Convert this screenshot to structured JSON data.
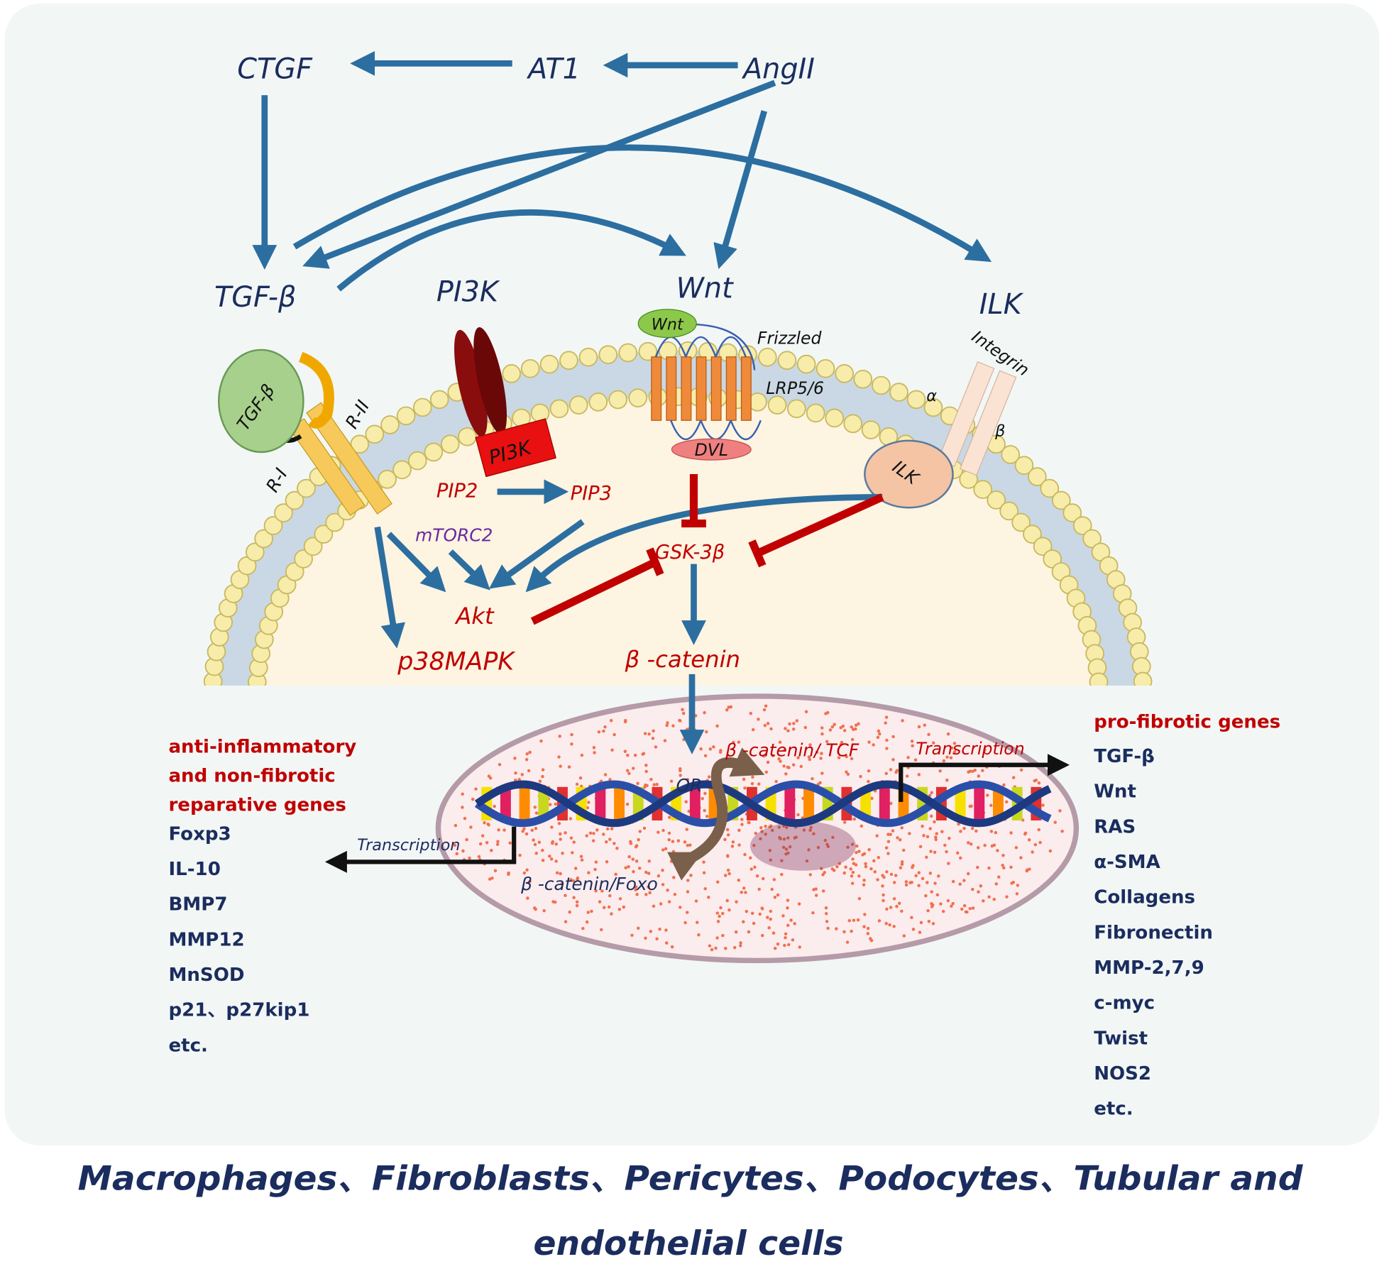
{
  "nodes": {
    "ctgf": "CTGF",
    "at1": "AT1",
    "angii": "AngII",
    "tgfb": "TGF-β",
    "pi3k": "PI3K",
    "wnt": "Wnt",
    "ilk": "ILK"
  },
  "membrane": {
    "tgfb_ligand": "TGF-β",
    "r1": "R-I",
    "r2": "R-II",
    "pi3k_box": "PI3K",
    "wnt_ligand": "Wnt",
    "frizzled": "Frizzled",
    "lrp": "LRP5/6",
    "dvl": "DVL",
    "integrin": "Integrin",
    "alpha": "α",
    "beta": "β",
    "ilk_box": "ILK"
  },
  "cytoplasm": {
    "pip2": "PIP2",
    "pip3": "PIP3",
    "mtorc2": "mTORC2",
    "akt": "Akt",
    "gsk3b": "GSK-3β",
    "p38": "p38MAPK",
    "bcatenin": "β -catenin"
  },
  "nucleus": {
    "tcf": "β -catenin/ TCF",
    "foxo": "β -catenin/Foxo",
    "or": "OR",
    "transcription_right": "Transcription",
    "transcription_left": "Transcription"
  },
  "left_genes": {
    "heading": [
      "anti-inflammatory",
      "and non-fibrotic",
      "reparative genes"
    ],
    "items": [
      "Foxp3",
      "IL-10",
      "BMP7",
      "MMP12",
      "MnSOD",
      "p21、p27kip1",
      "etc."
    ]
  },
  "right_genes": {
    "heading": "pro-fibrotic genes",
    "items": [
      "TGF-β",
      "Wnt",
      "RAS",
      "α-SMA",
      "Collagens",
      "Fibronectin",
      "MMP-2,7,9",
      "c-myc",
      "Twist",
      "NOS2",
      "etc."
    ]
  },
  "caption": {
    "line1": "Macrophages、Fibroblasts、Pericytes、Podocytes、Tubular and",
    "line2": "endothelial cells"
  },
  "colors": {
    "arrow": "#2c6ea0",
    "inhibit": "#c00000",
    "navy": "#1b2d5e"
  }
}
